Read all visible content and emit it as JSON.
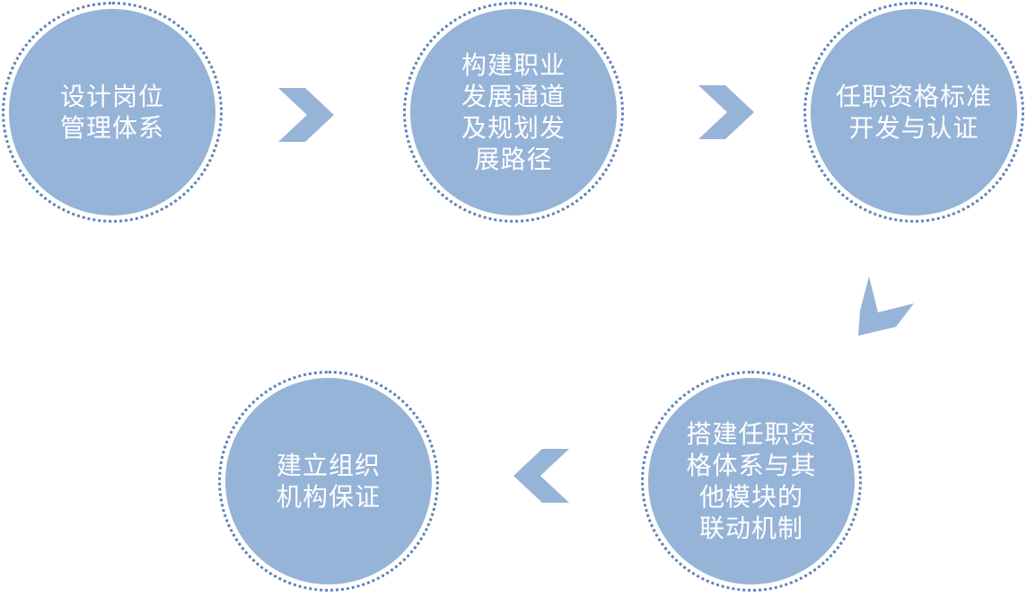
{
  "colors": {
    "node_fill": "#96b3d8",
    "node_border": "#5b84b8",
    "arrow": "#96b3d8",
    "text": "#ffffff"
  },
  "steps": [
    {
      "label": "设计岗位\n管理体系"
    },
    {
      "label": "构建职业\n发展通道\n及规划发\n展路径"
    },
    {
      "label": "任职资格标准\n开发与认证"
    },
    {
      "label": "搭建任职资\n格体系与其\n他模块的\n联动机制"
    },
    {
      "label": "建立组织\n机构保证"
    }
  ],
  "arrows": [
    {
      "icon": "chevron-right-icon"
    },
    {
      "icon": "chevron-right-icon"
    },
    {
      "icon": "chevron-down-icon"
    },
    {
      "icon": "chevron-left-icon"
    }
  ]
}
